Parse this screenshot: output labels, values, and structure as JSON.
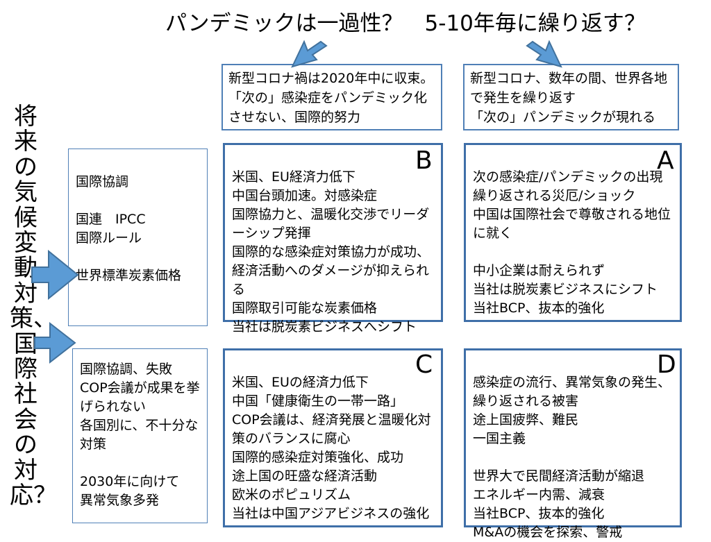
{
  "title": "パンデミックは一過性？　5-10年毎に繰り返す？",
  "vertical_title": "将来の気候変動対策、国際社会の対応？",
  "header_left": "新型コロナ禍は2020年中に収束。「次の」感染症をパンデミック化させない、国際的努力",
  "header_right": "新型コロナ、数年の間、世界各地で発生を繰り返す\n「次の」パンデミックが現れる",
  "left_top": "国際協調\n\n国連　IPCC\n国際ルール\n\n世界標準炭素価格",
  "left_bottom": "国際協調、失敗\nCOP会議が成果を挙げられない\n各国別に、不十分な対策\n\n2030年に向けて\n異常気象多発",
  "quad_b": {
    "letter": "B",
    "text": "米国、EU経済力低下\n中国台頭加速。対感染症\n国際協力と、温暖化交渉でリーダーシップ発揮\n国際的な感染症対策協力が成功、経済活動へのダメージが抑えられる\n国際取引可能な炭素価格\n当社は脱炭素ビジネスへシフト"
  },
  "quad_a": {
    "letter": "A",
    "text": "次の感染症/パンデミックの出現\n繰り返される災厄/ショック\n中国は国際社会で尊敬される地位に就く\n\n中小企業は耐えられず\n当社は脱炭素ビジネスにシフト\n当社BCP、抜本的強化"
  },
  "quad_c": {
    "letter": "C",
    "text": "米国、EUの経済力低下\n中国「健康衛生の一帯一路」\nCOP会議は、経済発展と温暖化対策のバランスに腐心\n国際的感染症対策強化、成功\n途上国の旺盛な経済活動\n欧米のポピュリズム\n当社は中国アジアビジネスの強化"
  },
  "quad_d": {
    "letter": "D",
    "text": "感染症の流行、異常気象の発生、繰り返される被害\n途上国疲弊、難民\n一国主義\n\n世界大で民間経済活動が縮退\nエネルギー内需、減衰\n当社BCP、抜本的強化\nM&Aの機会を探索、警戒"
  },
  "colors": {
    "arrow_fill": "#5b9bd5",
    "arrow_stroke": "#41719c",
    "box_border": "#4f7fb6"
  },
  "icons": [
    "arrow-down-left-icon",
    "arrow-down-right-icon",
    "arrow-right-icon"
  ]
}
